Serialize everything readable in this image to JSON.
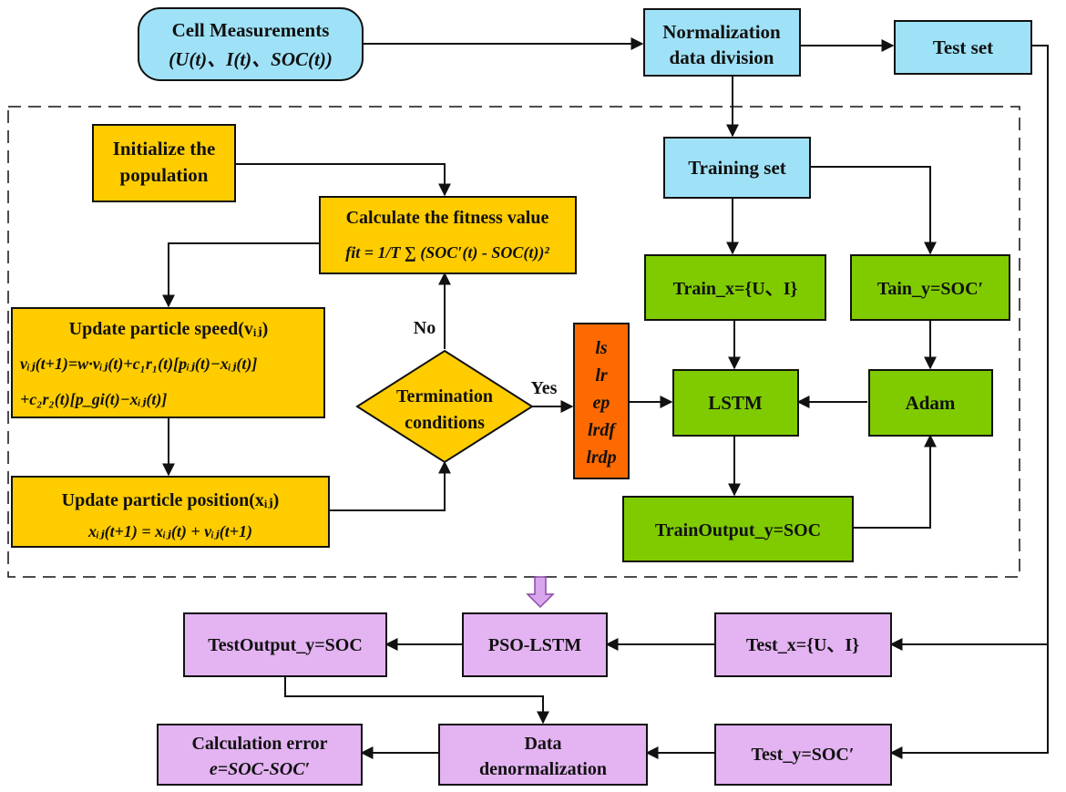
{
  "colors": {
    "blue": "#9fe2f7",
    "yellow": "#ffcc00",
    "green": "#7fcb00",
    "orange": "#ff6a00",
    "purple": "#e4b3f2",
    "stroke": "#111111",
    "pink_arrow": "#d9a6ee"
  },
  "nodes": {
    "cell_measurements": {
      "line1": "Cell Measurements",
      "line2": "(U(t)、I(t)、SOC(t))"
    },
    "normalization": {
      "line1": "Normalization",
      "line2": "data division"
    },
    "test_set": {
      "label": "Test set"
    },
    "training_set": {
      "label": "Training set"
    },
    "initialize": {
      "line1": "Initialize the",
      "line2": "population"
    },
    "fitness": {
      "title": "Calculate the fitness value",
      "formula": "fit = 1/T ∑ (SOC′(t) - SOC(t))²"
    },
    "update_speed": {
      "title": "Update particle speed(vᵢⱼ)",
      "formula1": "vᵢⱼ(t+1)=w·vᵢⱼ(t)+c₁r₁(t)[pᵢⱼ(t)−xᵢⱼ(t)]",
      "formula2": "+c₂r₂(t)[p_gi(t)−xᵢⱼ(t)]"
    },
    "update_position": {
      "title": "Update particle position(xᵢⱼ)",
      "formula": "xᵢⱼ(t+1) = xᵢⱼ(t) + vᵢⱼ(t+1)"
    },
    "termination": {
      "line1": "Termination",
      "line2": "conditions"
    },
    "params": {
      "items": [
        "ls",
        "lr",
        "ep",
        "lrdf",
        "lrdp"
      ]
    },
    "train_x": {
      "label": "Train_x={U、I}"
    },
    "tain_y": {
      "label": "Tain_y=SOC′"
    },
    "lstm": {
      "label": "LSTM"
    },
    "adam": {
      "label": "Adam"
    },
    "train_output": {
      "label": "TrainOutput_y=SOC"
    },
    "test_output": {
      "label": "TestOutput_y=SOC"
    },
    "pso_lstm": {
      "label": "PSO-LSTM"
    },
    "test_x": {
      "label": "Test_x={U、I}"
    },
    "calc_error": {
      "line1": "Calculation error",
      "line2": "e=SOC-SOC′"
    },
    "denorm": {
      "line1": "Data",
      "line2": "denormalization"
    },
    "test_y": {
      "label": "Test_y=SOC′"
    }
  },
  "edges": {
    "no_label": "No",
    "yes_label": "Yes"
  }
}
